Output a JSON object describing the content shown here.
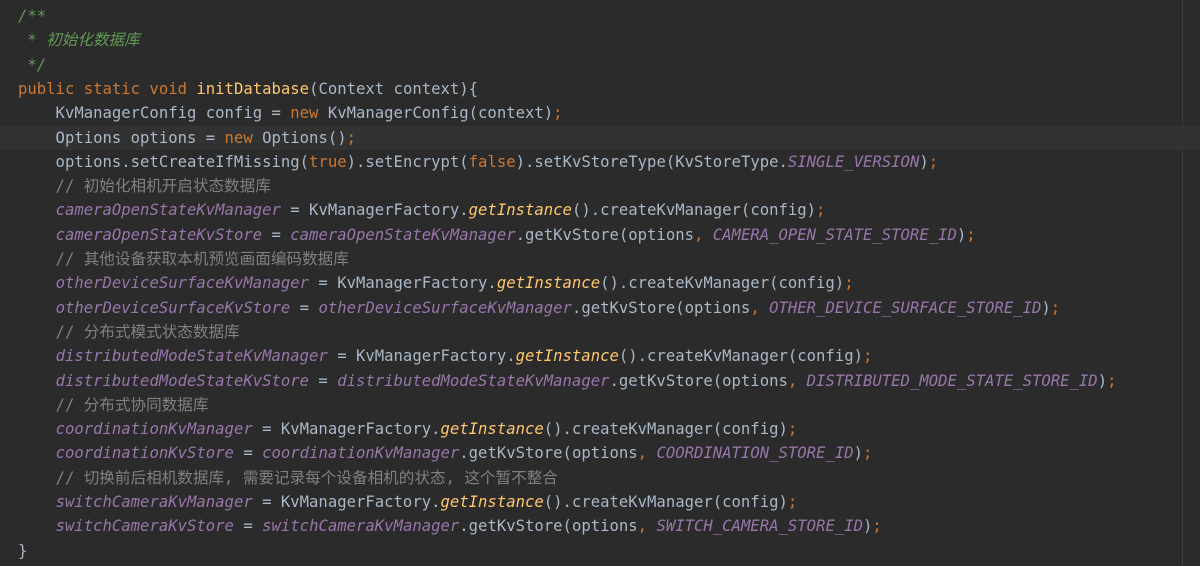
{
  "editor": {
    "colors": {
      "background": "#2b2b2b",
      "current_line": "#323232",
      "doc_comment": "#629755",
      "line_comment": "#808080",
      "keyword": "#cc7832",
      "method_decl": "#ffc66d",
      "default_text": "#a9b7c6",
      "field": "#9876aa",
      "indent_guide": "#3c3c3c"
    },
    "current_line_index": 5,
    "lines": [
      [
        [
          "comment",
          "/**"
        ]
      ],
      [
        [
          "comment",
          " * 初始化数据库"
        ]
      ],
      [
        [
          "comment",
          " */"
        ]
      ],
      [
        [
          "kw",
          "public static void "
        ],
        [
          "method",
          "initDatabase"
        ],
        [
          "plain",
          "(Context context){"
        ]
      ],
      [
        [
          "plain",
          "    KvManagerConfig config = "
        ],
        [
          "kw",
          "new "
        ],
        [
          "plain",
          "KvManagerConfig(context)"
        ],
        [
          "punct",
          ";"
        ]
      ],
      [
        [
          "plain",
          "    Options options = "
        ],
        [
          "kw",
          "new "
        ],
        [
          "plain",
          "Options()"
        ],
        [
          "punct",
          ";"
        ]
      ],
      [
        [
          "plain",
          "    options.setCreateIfMissing("
        ],
        [
          "kw",
          "true"
        ],
        [
          "plain",
          ").setEncrypt("
        ],
        [
          "kw",
          "false"
        ],
        [
          "plain",
          ").setKvStoreType(KvStoreType."
        ],
        [
          "const",
          "SINGLE_VERSION"
        ],
        [
          "plain",
          ")"
        ],
        [
          "punct",
          ";"
        ]
      ],
      [
        [
          "linecomment",
          "    // 初始化相机开启状态数据库"
        ]
      ],
      [
        [
          "plain",
          "    "
        ],
        [
          "field",
          "cameraOpenStateKvManager"
        ],
        [
          "plain",
          " = KvManagerFactory."
        ],
        [
          "static",
          "getInstance"
        ],
        [
          "plain",
          "().createKvManager(config)"
        ],
        [
          "punct",
          ";"
        ]
      ],
      [
        [
          "plain",
          "    "
        ],
        [
          "field",
          "cameraOpenStateKvStore"
        ],
        [
          "plain",
          " = "
        ],
        [
          "field",
          "cameraOpenStateKvManager"
        ],
        [
          "plain",
          ".getKvStore(options"
        ],
        [
          "punct",
          ", "
        ],
        [
          "const",
          "CAMERA_OPEN_STATE_STORE_ID"
        ],
        [
          "plain",
          ")"
        ],
        [
          "punct",
          ";"
        ]
      ],
      [
        [
          "linecomment",
          "    // 其他设备获取本机预览画面编码数据库"
        ]
      ],
      [
        [
          "plain",
          "    "
        ],
        [
          "field",
          "otherDeviceSurfaceKvManager"
        ],
        [
          "plain",
          " = KvManagerFactory."
        ],
        [
          "static",
          "getInstance"
        ],
        [
          "plain",
          "().createKvManager(config)"
        ],
        [
          "punct",
          ";"
        ]
      ],
      [
        [
          "plain",
          "    "
        ],
        [
          "field",
          "otherDeviceSurfaceKvStore"
        ],
        [
          "plain",
          " = "
        ],
        [
          "field",
          "otherDeviceSurfaceKvManager"
        ],
        [
          "plain",
          ".getKvStore(options"
        ],
        [
          "punct",
          ", "
        ],
        [
          "const",
          "OTHER_DEVICE_SURFACE_STORE_ID"
        ],
        [
          "plain",
          ")"
        ],
        [
          "punct",
          ";"
        ]
      ],
      [
        [
          "linecomment",
          "    // 分布式模式状态数据库"
        ]
      ],
      [
        [
          "plain",
          "    "
        ],
        [
          "field",
          "distributedModeStateKvManager"
        ],
        [
          "plain",
          " = KvManagerFactory."
        ],
        [
          "static",
          "getInstance"
        ],
        [
          "plain",
          "().createKvManager(config)"
        ],
        [
          "punct",
          ";"
        ]
      ],
      [
        [
          "plain",
          "    "
        ],
        [
          "field",
          "distributedModeStateKvStore"
        ],
        [
          "plain",
          " = "
        ],
        [
          "field",
          "distributedModeStateKvManager"
        ],
        [
          "plain",
          ".getKvStore(options"
        ],
        [
          "punct",
          ", "
        ],
        [
          "const",
          "DISTRIBUTED_MODE_STATE_STORE_ID"
        ],
        [
          "plain",
          ")"
        ],
        [
          "punct",
          ";"
        ]
      ],
      [
        [
          "linecomment",
          "    // 分布式协同数据库"
        ]
      ],
      [
        [
          "plain",
          "    "
        ],
        [
          "field",
          "coordinationKvManager"
        ],
        [
          "plain",
          " = KvManagerFactory."
        ],
        [
          "static",
          "getInstance"
        ],
        [
          "plain",
          "().createKvManager(config)"
        ],
        [
          "punct",
          ";"
        ]
      ],
      [
        [
          "plain",
          "    "
        ],
        [
          "field",
          "coordinationKvStore"
        ],
        [
          "plain",
          " = "
        ],
        [
          "field",
          "coordinationKvManager"
        ],
        [
          "plain",
          ".getKvStore(options"
        ],
        [
          "punct",
          ", "
        ],
        [
          "const",
          "COORDINATION_STORE_ID"
        ],
        [
          "plain",
          ")"
        ],
        [
          "punct",
          ";"
        ]
      ],
      [
        [
          "linecomment",
          "    // 切换前后相机数据库, 需要记录每个设备相机的状态, 这个暂不整合"
        ]
      ],
      [
        [
          "plain",
          "    "
        ],
        [
          "field",
          "switchCameraKvManager"
        ],
        [
          "plain",
          " = KvManagerFactory."
        ],
        [
          "static",
          "getInstance"
        ],
        [
          "plain",
          "().createKvManager(config)"
        ],
        [
          "punct",
          ";"
        ]
      ],
      [
        [
          "plain",
          "    "
        ],
        [
          "field",
          "switchCameraKvStore"
        ],
        [
          "plain",
          " = "
        ],
        [
          "field",
          "switchCameraKvManager"
        ],
        [
          "plain",
          ".getKvStore(options"
        ],
        [
          "punct",
          ", "
        ],
        [
          "const",
          "SWITCH_CAMERA_STORE_ID"
        ],
        [
          "plain",
          ")"
        ],
        [
          "punct",
          ";"
        ]
      ],
      [
        [
          "plain",
          "}"
        ]
      ]
    ]
  }
}
